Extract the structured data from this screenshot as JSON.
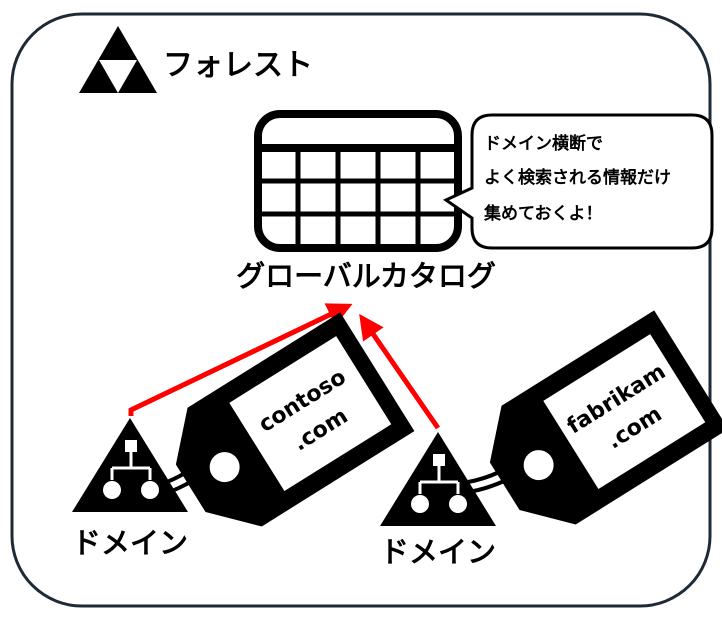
{
  "forest": {
    "label": "フォレスト",
    "icon": "forest-triforce-icon"
  },
  "global_catalog": {
    "label": "グローバルカタログ",
    "icon": "table-grid-icon"
  },
  "callout": {
    "lines": [
      "ドメイン横断で",
      "よく検索される情報だけ",
      "集めておくよ！"
    ]
  },
  "domains": [
    {
      "label": "ドメイン",
      "tag_lines": [
        "contoso",
        ".com"
      ],
      "icon": "domain-hierarchy-icon"
    },
    {
      "label": "ドメイン",
      "tag_lines": [
        "fabrikam",
        ".com"
      ],
      "icon": "domain-hierarchy-icon"
    }
  ],
  "colors": {
    "arrow": "#ff0000",
    "ink": "#000000",
    "paper": "#ffffff"
  }
}
